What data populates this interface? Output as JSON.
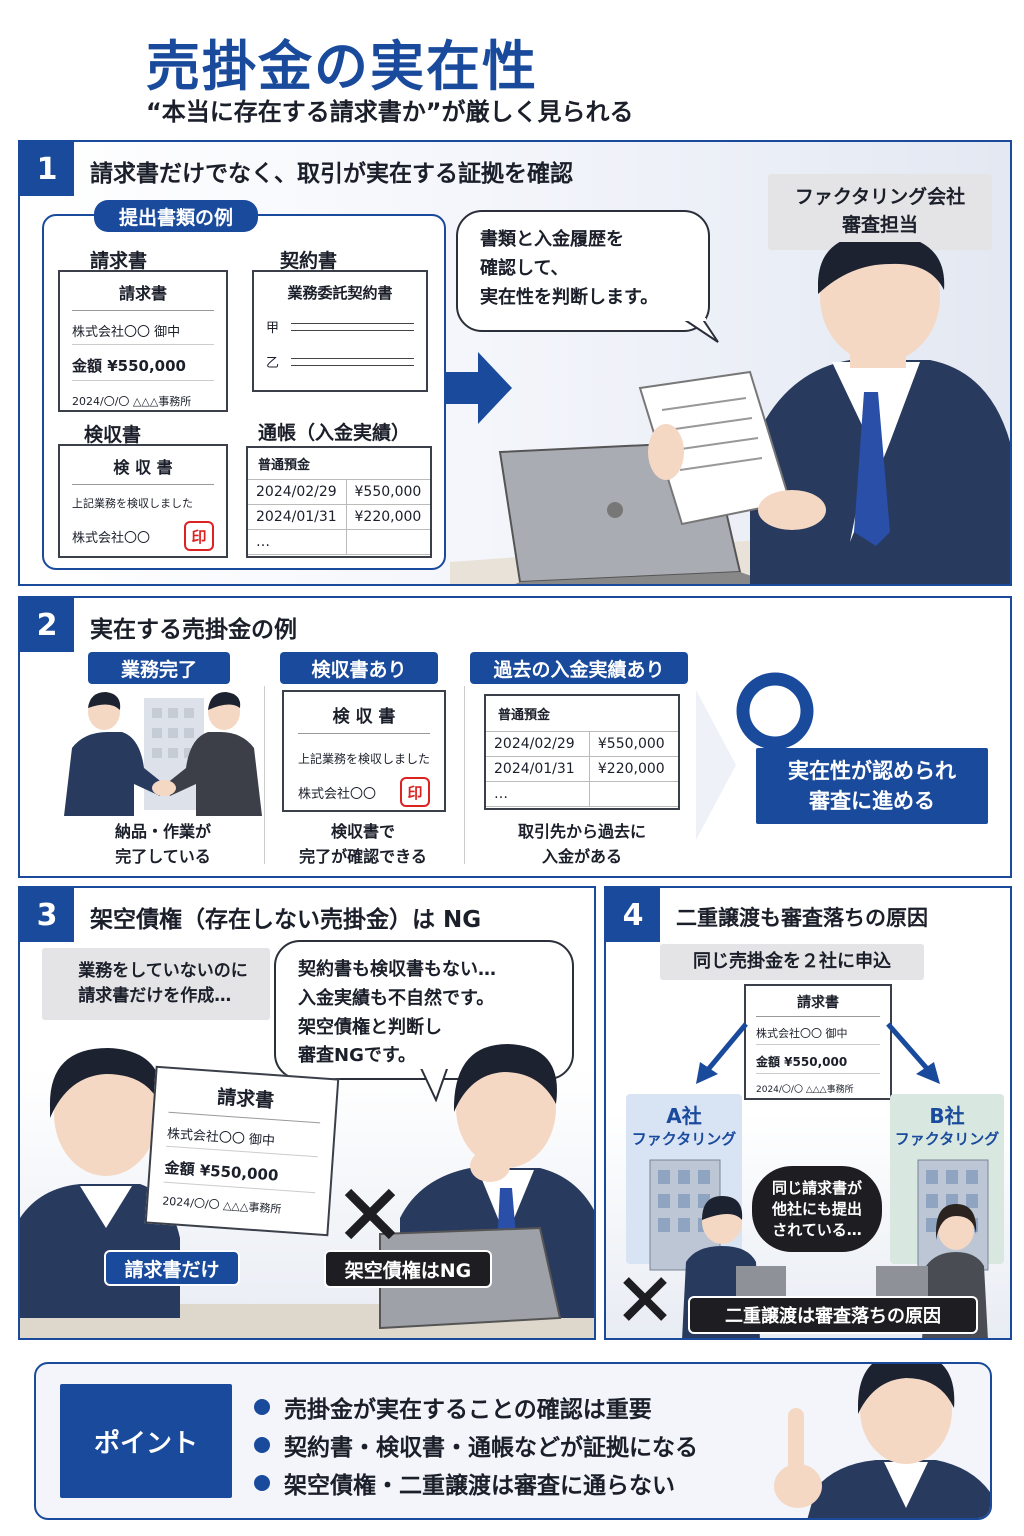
{
  "header": {
    "title": "売掛金の実在性",
    "subtitle": "“本当に存在する請求書か”が厳しく見られる"
  },
  "colors": {
    "brand": "#1a4a9c",
    "dark": "#1e1e22",
    "stamp": "#dd2222"
  },
  "s1": {
    "num": "1",
    "title": "請求書だけでなく、取引が実在する証拠を確認",
    "box_tag": "提出書類の例",
    "invoice": {
      "label": "請求書",
      "doc_title": "請求書",
      "client": "株式会社〇〇 御中",
      "amount": "金額 ¥550,000",
      "footer": "2024/〇/〇 △△△事務所"
    },
    "contract": {
      "label": "契約書",
      "doc_title": "業務委託契約書",
      "party_a": "甲",
      "party_b": "乙"
    },
    "acceptance": {
      "label": "検収書",
      "doc_title": "検 収 書",
      "text": "上記業務を検収しました",
      "company": "株式会社〇〇",
      "stamp": "印"
    },
    "passbook": {
      "label": "通帳（入金実績）",
      "header": "普通預金",
      "rows": [
        [
          "2024/02/29",
          "¥550,000"
        ],
        [
          "2024/01/31",
          "¥220,000"
        ],
        [
          "…",
          ""
        ]
      ]
    },
    "reviewer_tag": "ファクタリング会社\n審査担当",
    "bubble": "書類と入金履歴を\n確認して、\n実在性を判断します。"
  },
  "s2": {
    "num": "2",
    "title": "実在する売掛金の例",
    "col1": {
      "tag": "業務完了",
      "caption": "納品・作業が\n完了している"
    },
    "col2": {
      "tag": "検収書あり",
      "doc_title": "検 収 書",
      "text": "上記業務を検収しました",
      "company": "株式会社〇〇",
      "stamp": "印",
      "caption": "検収書で\n完了が確認できる"
    },
    "col3": {
      "tag": "過去の入金実績あり",
      "header": "普通預金",
      "rows": [
        [
          "2024/02/29",
          "¥550,000"
        ],
        [
          "2024/01/31",
          "¥220,000"
        ],
        [
          "…",
          ""
        ]
      ],
      "caption": "取引先から過去に\n入金がある"
    },
    "result": "実在性が認められ\n審査に進める"
  },
  "s3": {
    "num": "3",
    "title": "架空債権（存在しない売掛金）は NG",
    "note": "業務をしていないのに\n請求書だけを作成…",
    "bubble": "契約書も検収書もない…\n入金実績も不自然です。\n架空債権と判断し\n審査NGです。",
    "invoice": {
      "doc_title": "請求書",
      "client": "株式会社〇〇 御中",
      "amount": "金額 ¥550,000",
      "footer": "2024/〇/〇 △△△事務所"
    },
    "tag_invoice_only": "請求書だけ",
    "tag_ng": "架空債権はNG"
  },
  "s4": {
    "num": "4",
    "title": "二重譲渡も審査落ちの原因",
    "note": "同じ売掛金を２社に申込",
    "invoice": {
      "doc_title": "請求書",
      "client": "株式会社〇〇 御中",
      "amount": "金額 ¥550,000",
      "footer": "2024/〇/〇 △△△事務所"
    },
    "company_a": {
      "name": "A社",
      "sub": "ファクタリング"
    },
    "company_b": {
      "name": "B社",
      "sub": "ファクタリング"
    },
    "bubble": "同じ請求書が\n他社にも提出\nされている…",
    "tag": "二重譲渡は審査落ちの原因"
  },
  "point": {
    "label": "ポイント",
    "bullets": [
      "売掛金が実在することの確認は重要",
      "契約書・検収書・通帳などが証拠になる",
      "架空債権・二重譲渡は審査に通らない"
    ]
  }
}
